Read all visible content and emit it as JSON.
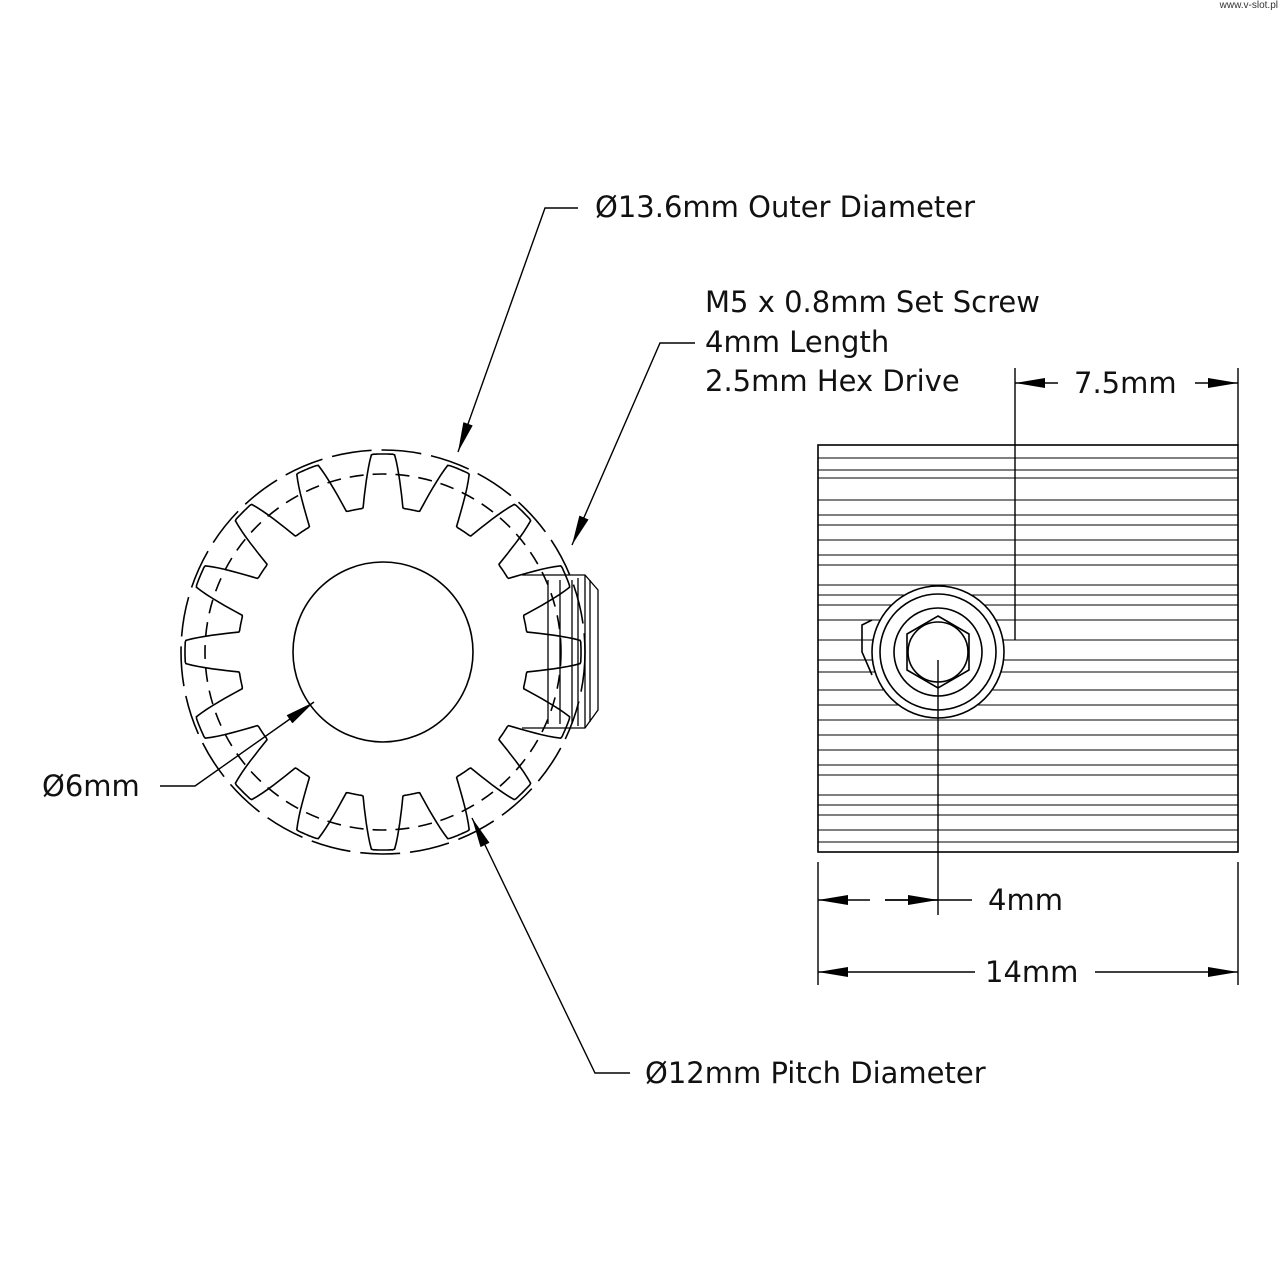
{
  "watermark": "www.v-slot.pl",
  "labels": {
    "outer_diameter": "Ø13.6mm Outer Diameter",
    "set_screw_line1": "M5 x 0.8mm Set Screw",
    "set_screw_line2": "4mm Length",
    "set_screw_line3": "2.5mm Hex Drive",
    "screw_offset": "7.5mm",
    "bore": "Ø6mm",
    "hub_offset": "4mm",
    "width": "14mm",
    "pitch_diameter": "Ø12mm Pitch Diameter"
  },
  "gear": {
    "teeth": 16
  }
}
